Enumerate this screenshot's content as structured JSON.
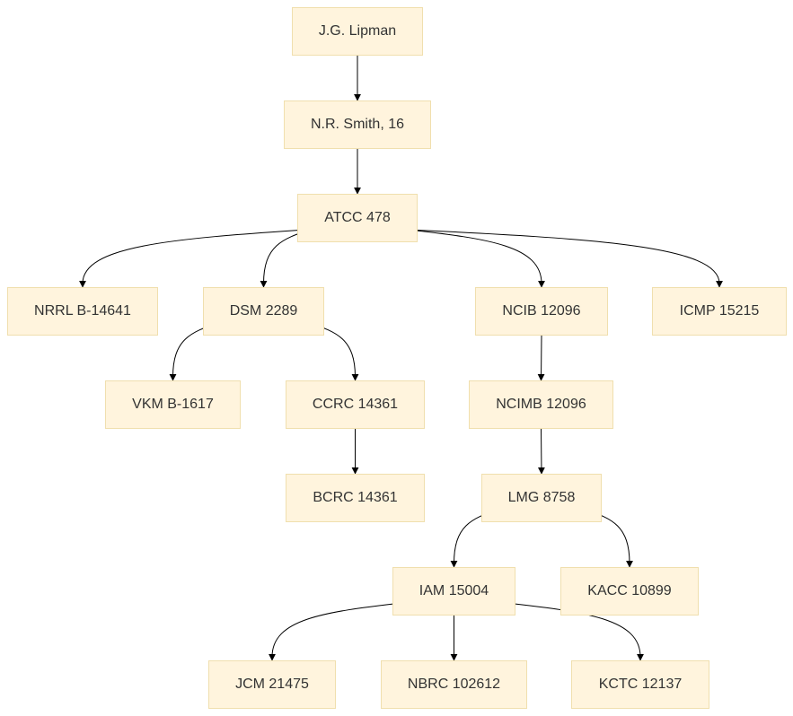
{
  "nodes": {
    "lipman": "J.G. Lipman",
    "smith": "N.R. Smith, 16",
    "atcc": "ATCC 478",
    "nrrl": "NRRL B-14641",
    "dsm": "DSM 2289",
    "ncib": "NCIB 12096",
    "icmp": "ICMP 15215",
    "vkm": "VKM B-1617",
    "ccrc": "CCRC 14361",
    "ncimb": "NCIMB 12096",
    "bcrc": "BCRC 14361",
    "lmg": "LMG 8758",
    "iam": "IAM 15004",
    "kacc": "KACC 10899",
    "jcm": "JCM 21475",
    "nbrc": "NBRC 102612",
    "kctc": "KCTC 12137"
  },
  "edges": [
    [
      "lipman",
      "smith"
    ],
    [
      "smith",
      "atcc"
    ],
    [
      "atcc",
      "nrrl"
    ],
    [
      "atcc",
      "dsm"
    ],
    [
      "atcc",
      "ncib"
    ],
    [
      "atcc",
      "icmp"
    ],
    [
      "dsm",
      "vkm"
    ],
    [
      "dsm",
      "ccrc"
    ],
    [
      "ccrc",
      "bcrc"
    ],
    [
      "ncib",
      "ncimb"
    ],
    [
      "ncimb",
      "lmg"
    ],
    [
      "lmg",
      "iam"
    ],
    [
      "lmg",
      "kacc"
    ],
    [
      "iam",
      "jcm"
    ],
    [
      "iam",
      "nbrc"
    ],
    [
      "iam",
      "kctc"
    ]
  ]
}
